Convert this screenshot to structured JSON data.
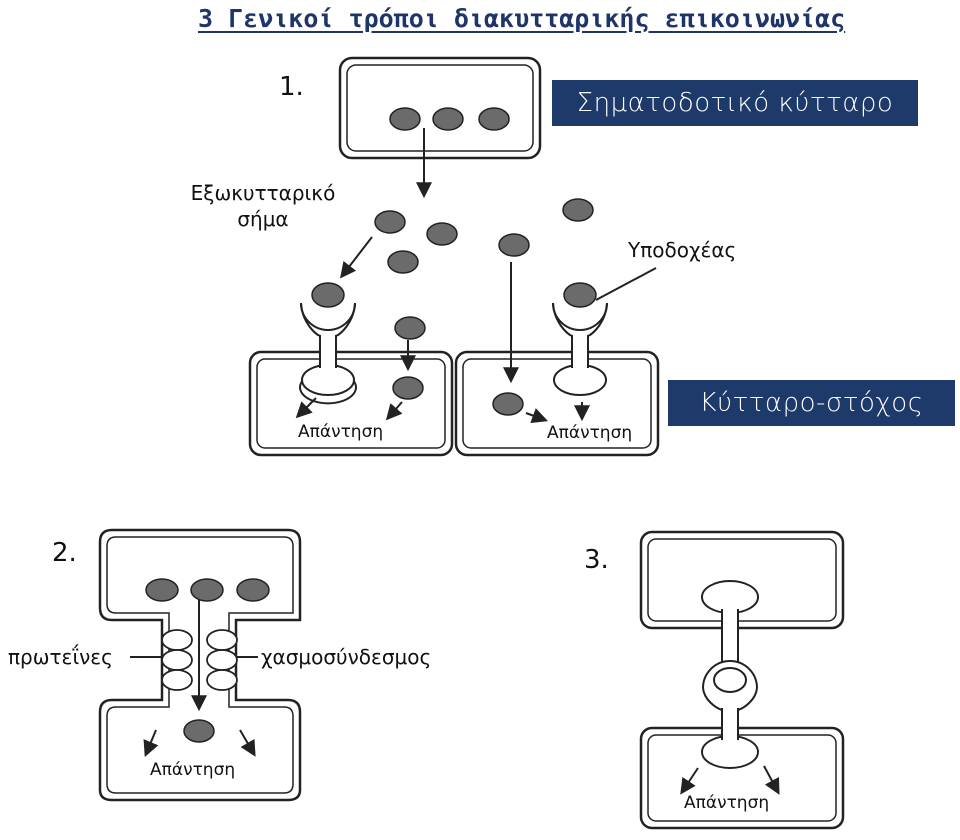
{
  "title": "3 Γενικοί τρόποι διακυτταρικής επικοινωνίας",
  "panels": {
    "one": {
      "number": "1.",
      "signaling_cell_label": "Σηματοδοτικό κύτταρο",
      "extracellular_signal_label": [
        "Εξωκυτταρικό",
        "σήμα"
      ],
      "receptor_label": "Υποδοχέας",
      "target_cell_label": "Κύτταρο-στόχος",
      "response_left": "Απάντηση",
      "response_right": "Απάντηση"
    },
    "two": {
      "number": "2.",
      "proteins_label": "πρωτεΐνες",
      "gap_junction_label": "χασμοσύνδεσμος",
      "response": "Απάντηση"
    },
    "three": {
      "number": "3.",
      "response": "Απάντηση"
    }
  },
  "colors": {
    "title": "#1f3569",
    "label_box": "#1e3a6b",
    "molecule_fill": "#6b6b6b",
    "outline": "#222222"
  }
}
